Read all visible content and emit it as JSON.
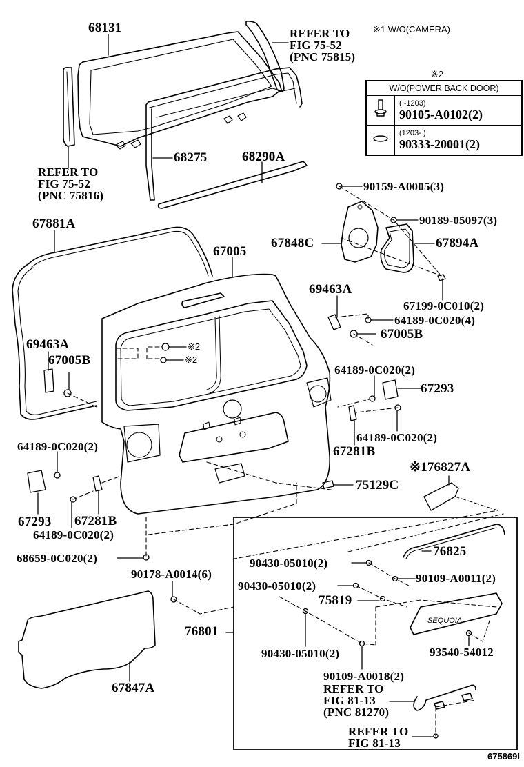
{
  "figure_id": "675869I",
  "notes": {
    "note1": "※1 W/O(CAMERA)",
    "note2_marker": "※2"
  },
  "legend_table": {
    "title": "※2",
    "header": "W/O(POWER BACK DOOR)",
    "rows": [
      {
        "icon": "bolt-icon",
        "range": "(      -1203)",
        "part": "90105-A0102(2)"
      },
      {
        "icon": "washer-icon",
        "range": "(1203-      )",
        "part": "90333-20001(2)"
      }
    ]
  },
  "labels": {
    "p68131": "68131",
    "refer_75815": [
      "REFER TO",
      "FIG 75-52",
      "(PNC 75815)"
    ],
    "refer_75816": [
      "REFER TO",
      "FIG 75-52",
      "(PNC 75816)"
    ],
    "p68275": "68275",
    "p68290A": "68290A",
    "p90159": "90159-A0005(3)",
    "p90189": "90189-05097(3)",
    "p67848C": "67848C",
    "p67894A": "67894A",
    "p67881A": "67881A",
    "p67005": "67005",
    "p69463A_r": "69463A",
    "p67199": "67199-0C010(2)",
    "p64189_4": "64189-0C020(4)",
    "p67005B_r": "67005B",
    "p69463A_l": "69463A",
    "p67005B_l": "67005B",
    "ref2a": "※2",
    "ref2b": "※2",
    "p64189_r1": "64189-0C020(2)",
    "p67293_r": "67293",
    "p64189_r2": "64189-0C020(2)",
    "p67281B_r": "67281B",
    "p76827A": "※176827A",
    "p75129C": "75129C",
    "p64189_l1": "64189-0C020(2)",
    "p67293_l": "67293",
    "p67281B_l": "67281B",
    "p64189_l2": "64189-0C020(2)",
    "p68659": "68659-0C020(2)",
    "p90178": "90178-A0014(6)",
    "p76801": "76801",
    "p67847A": "67847A",
    "p76825": "76825",
    "p90430_a": "90430-05010(2)",
    "p90109_11": "90109-A0011(2)",
    "p90430_b": "90430-05010(2)",
    "p75819": "75819",
    "p90430_c": "90430-05010(2)",
    "p93540": "93540-54012",
    "p90109_18": "90109-A0018(2)",
    "refer_81270": [
      "REFER TO",
      "FIG 81-13",
      "(PNC 81270)"
    ],
    "refer_8113": [
      "REFER TO",
      "FIG 81-13"
    ]
  }
}
